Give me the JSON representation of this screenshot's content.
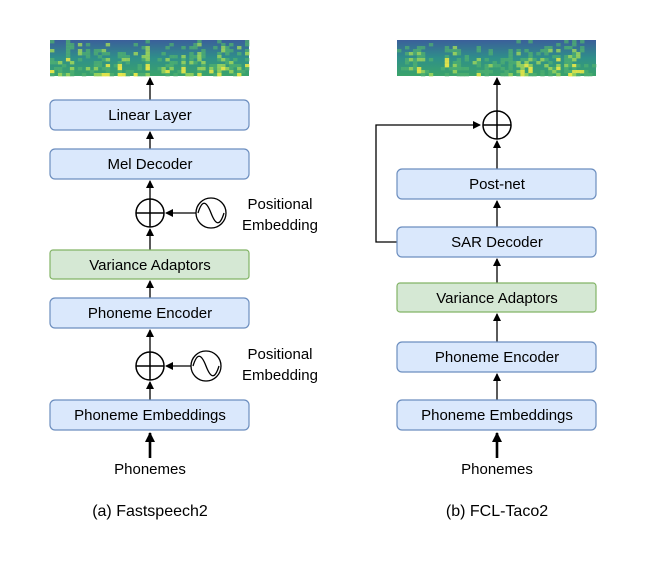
{
  "colors": {
    "block_fill": "#dae8fc",
    "block_stroke": "#6c8ebf",
    "variance_fill": "#d5e8d4",
    "variance_stroke": "#82b366",
    "line": "#000000"
  },
  "left": {
    "input_label": "Phonemes",
    "blocks": {
      "phoneme_embeddings": "Phoneme Embeddings",
      "phoneme_encoder": "Phoneme Encoder",
      "variance_adaptors": "Variance Adaptors",
      "mel_decoder": "Mel Decoder",
      "linear_layer": "Linear Layer"
    },
    "positional_embedding_lower": [
      "Positional",
      "Embedding"
    ],
    "positional_embedding_upper": [
      "Positional",
      "Embedding"
    ],
    "caption": "(a) Fastspeech2",
    "output_icon": "spectrogram-image"
  },
  "right": {
    "input_label": "Phonemes",
    "blocks": {
      "phoneme_embeddings": "Phoneme Embeddings",
      "phoneme_encoder": "Phoneme Encoder",
      "variance_adaptors": "Variance Adaptors",
      "sar_decoder": "SAR Decoder",
      "post_net": "Post-net"
    },
    "caption": "(b) FCL-Taco2",
    "output_icon": "spectrogram-image"
  }
}
